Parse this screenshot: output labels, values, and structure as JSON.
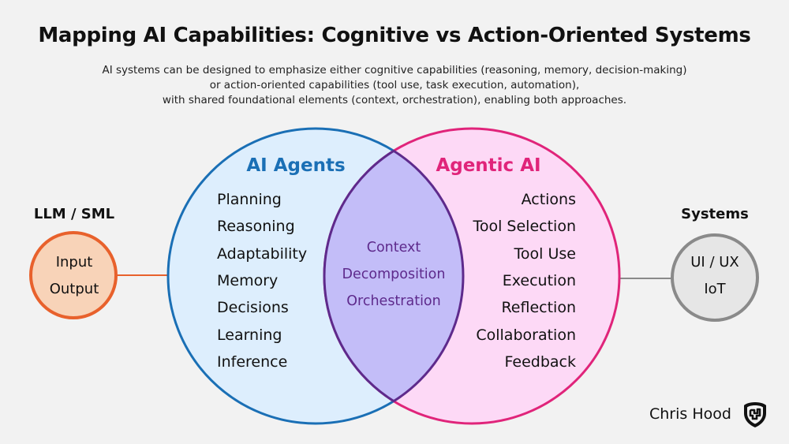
{
  "title": "Mapping AI Capabilities: Cognitive vs Action-Oriented Systems",
  "subtitle": [
    "AI systems can be designed to emphasize either cognitive capabilities (reasoning, memory, decision-making)",
    "or action-oriented capabilities (tool use, task execution, automation),",
    "with shared foundational elements (context, orchestration), enabling both approaches."
  ],
  "left_node": {
    "heading": "LLM / SML",
    "items": [
      "Input",
      "Output"
    ],
    "stroke_color": "#e8612c",
    "fill_color": "#f8d3b8"
  },
  "right_node": {
    "heading": "Systems",
    "items": [
      "UI / UX",
      "IoT"
    ],
    "stroke_color": "#8a8a8a",
    "fill_color": "#e6e6e6"
  },
  "ai_agents": {
    "heading": "AI Agents",
    "items": [
      "Planning",
      "Reasoning",
      "Adaptability",
      "Memory",
      "Decisions",
      "Learning",
      "Inference"
    ],
    "stroke_color": "#1a6fb5",
    "fill_color": "#ddeefd",
    "heading_color": "#1a6fb5"
  },
  "agentic_ai": {
    "heading": "Agentic AI",
    "items": [
      "Actions",
      "Tool Selection",
      "Tool Use",
      "Execution",
      "Reflection",
      "Collaboration",
      "Feedback"
    ],
    "stroke_color": "#e0247a",
    "fill_color": "#fdd9f6",
    "heading_color": "#e0247a"
  },
  "overlap": {
    "items": [
      "Context",
      "Decomposition",
      "Orchestration"
    ],
    "stroke_color": "#5e2a8c",
    "fill_color": "#c3bdf8",
    "text_color": "#5e2a8c"
  },
  "footer": {
    "author": "Chris Hood",
    "logo_icon": "shield-logo-icon"
  }
}
